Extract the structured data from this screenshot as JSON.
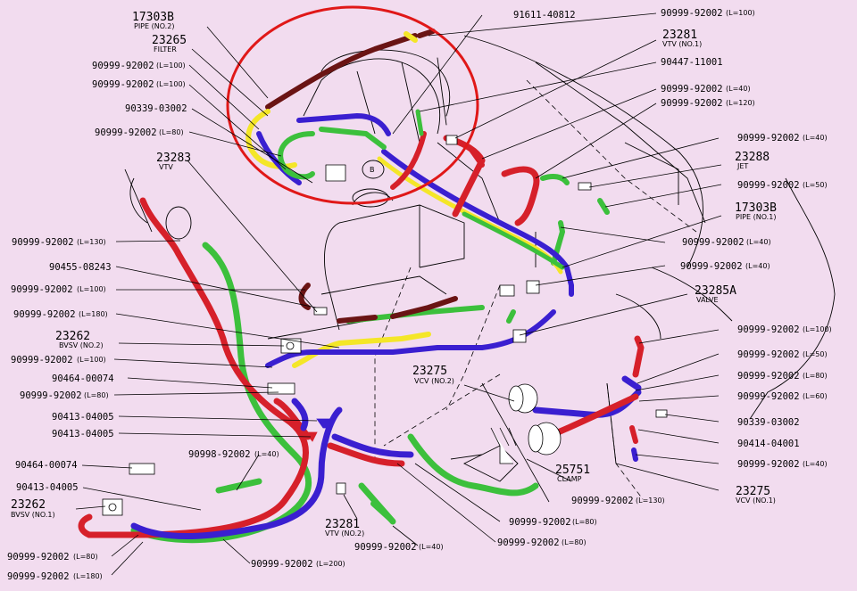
{
  "labels": {
    "p17303b_top": "17303B",
    "p17303b_top_sub": "PIPE (NO.2)",
    "p23265": "23265",
    "p23265_sub": "FILTER",
    "h1": "90999-92002",
    "h1_len": "(L=100)",
    "h2": "90999-92002",
    "h2_len": "(L=100)",
    "c90339a": "90339-03002",
    "h3": "90999-92002",
    "h3_len": "(L=80)",
    "p23283": "23283",
    "p23283_sub": "VTV",
    "p91611": "91611-40812",
    "h4": "90999-92002",
    "h4_len": "(L=100)",
    "p23281_top": "23281",
    "p23281_top_sub": "VTV (NO.1)",
    "p90447": "90447-11001",
    "h5": "90999-92002",
    "h5_len": "(L=40)",
    "h6": "90999-92002",
    "h6_len": "(L=120)",
    "h7": "90999-92002",
    "h7_len": "(L=40)",
    "p23288": "23288",
    "p23288_sub": "JET",
    "h8": "90999-92002",
    "h8_len": "(L=50)",
    "p17303b_r": "17303B",
    "p17303b_r_sub": "PIPE (NO.1)",
    "h9": "90999-92002",
    "h9_len": "(L=40)",
    "h10": "90999-92002",
    "h10_len": "(L=40)",
    "p23285a": "23285A",
    "p23285a_sub": "VALVE",
    "h11": "90999-92002",
    "h11_len": "(L=100)",
    "h12": "90999-92002",
    "h12_len": "(L=50)",
    "h13": "90999-92002",
    "h13_len": "(L=80)",
    "h14": "90999-92002",
    "h14_len": "(L=60)",
    "c90339b": "90339-03002",
    "p90414": "90414-04001",
    "h15": "90999-92002",
    "h15_len": "(L=40)",
    "p23275_r": "23275",
    "p23275_r_sub": "VCV (NO.1)",
    "h16": "90999-92002",
    "h16_len": "(L=130)",
    "p25751": "25751",
    "p25751_sub": "CLAMP",
    "p23275_m": "23275",
    "p23275_m_sub": "VCV (NO.2)",
    "h17": "90999-92002",
    "h17_len": "(L=80)",
    "h18": "90999-92002",
    "h18_len": "(L=80)",
    "h19": "90999-92002",
    "h19_len": "(L=40)",
    "p23281_b": "23281",
    "p23281_b_sub": "VTV (NO.2)",
    "h20": "90999-92002",
    "h20_len": "(L=200)",
    "h21": "90999-92002",
    "h21_len": "(L=180)",
    "h22": "90999-92002",
    "h22_len": "(L=80)",
    "p23262_b": "23262",
    "p23262_b_sub": "BVSV (NO.1)",
    "p90413b": "90413-04005",
    "p90464b": "90464-00074",
    "h23": "90998-92002",
    "h23_len": "(L=40)",
    "p90413a2": "90413-04005",
    "p90413a1": "90413-04005",
    "h24": "90999-92002",
    "h24_len": "(L=80)",
    "p90464a": "90464-00074",
    "h25": "90999-92002",
    "h25_len": "(L=100)",
    "p23262_t": "23262",
    "p23262_t_sub": "BVSV (NO.2)",
    "h26": "90999-92002",
    "h26_len": "(L=180)",
    "h27": "90999-92002",
    "h27_len": "(L=100)",
    "p90455": "90455-08243",
    "h28": "90999-92002",
    "h28_len": "(L=130)"
  },
  "colors": {
    "background": "#f2dcef",
    "hose_red": "#d6202a",
    "hose_green": "#3cc03c",
    "hose_blue": "#3a1fd0",
    "hose_yellow": "#f4e628",
    "hose_brown": "#6a1414",
    "highlight_circle": "#e01818"
  }
}
